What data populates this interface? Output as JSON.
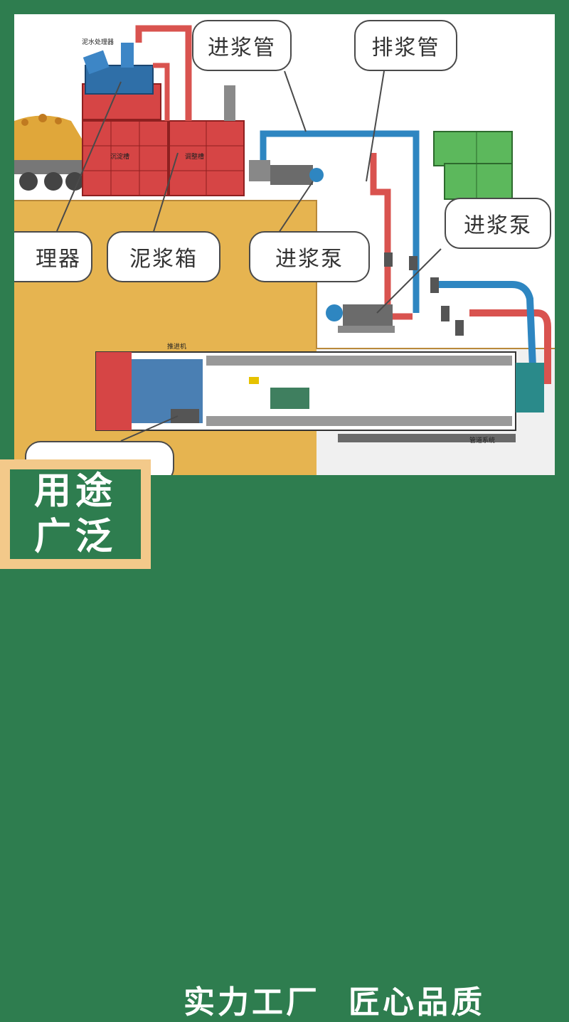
{
  "callouts": {
    "inlet_pipe": "进浆管",
    "outlet_pipe": "排浆管",
    "feed_pump_right": "进浆泵",
    "processor": "理器",
    "mud_tank": "泥浆箱",
    "feed_pump_center": "进浆泵"
  },
  "small_labels": {
    "mud_processor": "泥水处理器",
    "sedimentation_tank": "沉淀槽",
    "adjustment_tank": "调整槽",
    "tbm_label": "推进机",
    "bottom_label": "管道系统"
  },
  "footer": {
    "badge_line1": "用途",
    "badge_line2": "广泛",
    "slogan_part1": "实力工厂",
    "slogan_part2": "匠心品质"
  },
  "colors": {
    "frame_green": "#2e7d4f",
    "badge_peach": "#f3c98a",
    "ground": "#e6b450",
    "pipe_red": "#d9534f",
    "pipe_blue": "#2e86c1",
    "tank_red": "#d64545"
  }
}
